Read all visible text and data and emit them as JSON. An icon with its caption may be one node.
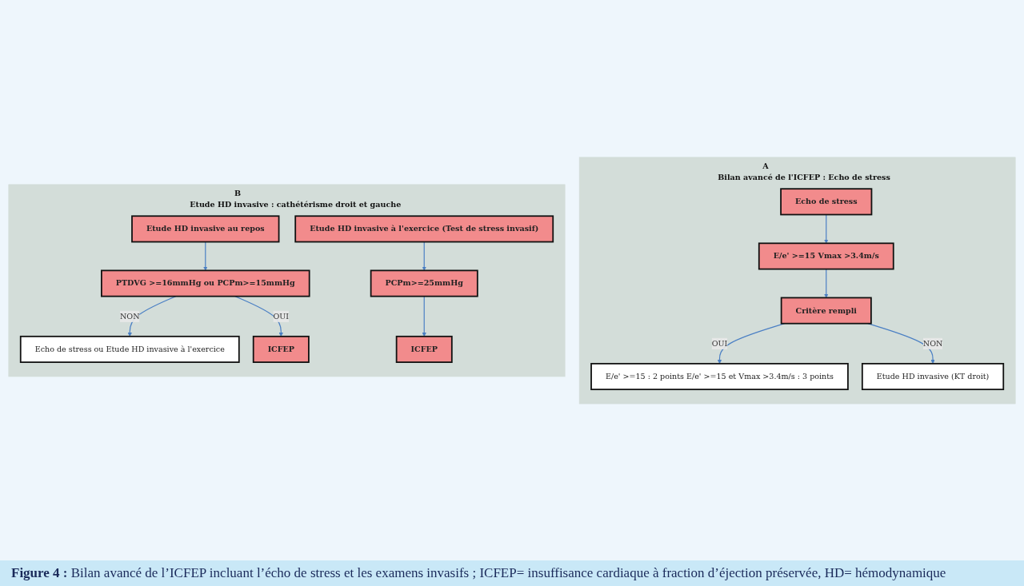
{
  "diagram": {
    "caption": "**Figure 4 :** Bilan avancé de l’ICFEP incluant l’écho de stress et les examens invasifs ; ICFEP= insuffisance cardiaque à fraction d’éjection préservée, HD= hémodynamique",
    "nodes": [
      {
        "text": [
          "A",
          "Bilan avancé de l'ICFEP : Echo de stress"
        ]
      },
      {
        "text": [
          "Echo de stress"
        ],
        "in": 0
      },
      {
        "text": [
          "E/e' >=15 Vmax >3.4m/s"
        ],
        "in": 0
      },
      {
        "text": [
          "E/e' >=15 : 2 points E/e' >=15 et Vmax >3.4m/s : 3 points"
        ],
        "in": 0
      },
      {
        "text": [
          "Critère rempli"
        ],
        "in": 0
      },
      {
        "text": [
          "Etude HD invasive (KT droit)"
        ],
        "in": 0
      },
      {
        "text": [
          "B",
          "Etude HD invasive : cathétérisme droit et gauche"
        ]
      },
      {
        "text": [
          "Etude HD invasive au repos"
        ],
        "in": 6
      },
      {
        "text": [
          "Etude HD invasive à l'exercice (Test de stress invasif)"
        ],
        "in": 6
      },
      {
        "text": [
          "PTDVG >=16mmHg ou PCPm>=15mmHg"
        ],
        "in": 6
      },
      {
        "text": [
          "PCPm>=25mmHg"
        ],
        "in": 6
      },
      {
        "text": [
          "Echo de stress ou Etude HD invasive à l'exercice"
        ],
        "in": 6
      },
      {
        "text": [
          "ICFEP"
        ],
        "in": 6
      },
      {
        "text": [
          "ICFEP"
        ],
        "in": 6
      }
    ],
    "edges": [
      {
        "from": 1,
        "to": 2,
        "arrow": "to"
      },
      {
        "from": 2,
        "to": 4,
        "arrow": "to"
      },
      {
        "from": 4,
        "to": 3,
        "arrow": "to",
        "label": "OUI"
      },
      {
        "from": 4,
        "to": 5,
        "arrow": "to",
        "label": "NON"
      },
      {
        "from": 7,
        "to": 9,
        "arrow": "to"
      },
      {
        "from": 9,
        "to": 11,
        "arrow": "to",
        "label": "NON"
      },
      {
        "from": 9,
        "to": 12,
        "arrow": "to",
        "label": "OUI"
      },
      {
        "from": 8,
        "to": 10,
        "arrow": "to"
      },
      {
        "from": 10,
        "to": 13,
        "arrow": "to"
      }
    ]
  }
}
